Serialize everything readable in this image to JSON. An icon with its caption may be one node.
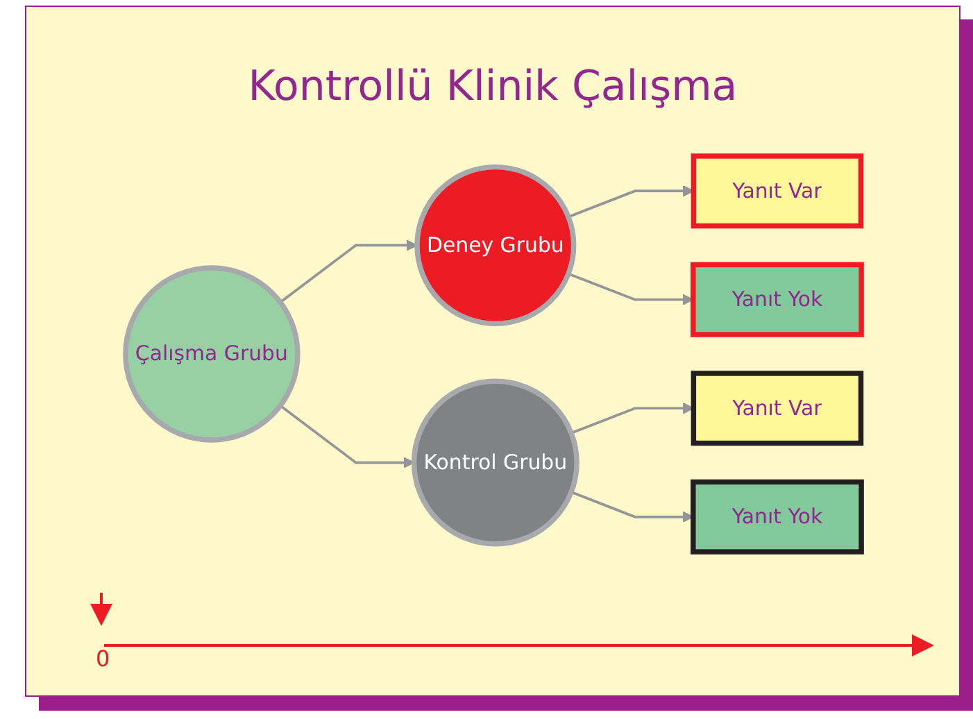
{
  "diagram": {
    "title": "Kontrollü Klinik Çalışma",
    "nodes": [
      {
        "text": [
          "Çalışma Grubu"
        ]
      },
      {
        "text": [
          "Deney Grubu"
        ]
      },
      {
        "text": [
          "Kontrol Grubu"
        ]
      },
      {
        "text": [
          "Yanıt Var"
        ]
      },
      {
        "text": [
          "Yanıt Yok"
        ]
      },
      {
        "text": [
          "Yanıt Var"
        ]
      },
      {
        "text": [
          "Yanıt Yok"
        ]
      }
    ],
    "edges": [
      {
        "from": 0,
        "to": 1,
        "arrow": "to"
      },
      {
        "from": 0,
        "to": 2,
        "arrow": "to"
      },
      {
        "from": 1,
        "to": 3,
        "arrow": "to"
      },
      {
        "from": 1,
        "to": 4,
        "arrow": "to"
      },
      {
        "from": 2,
        "to": 5,
        "arrow": "to"
      },
      {
        "from": 2,
        "to": 6,
        "arrow": "to"
      }
    ],
    "labels": [
      "0"
    ]
  }
}
